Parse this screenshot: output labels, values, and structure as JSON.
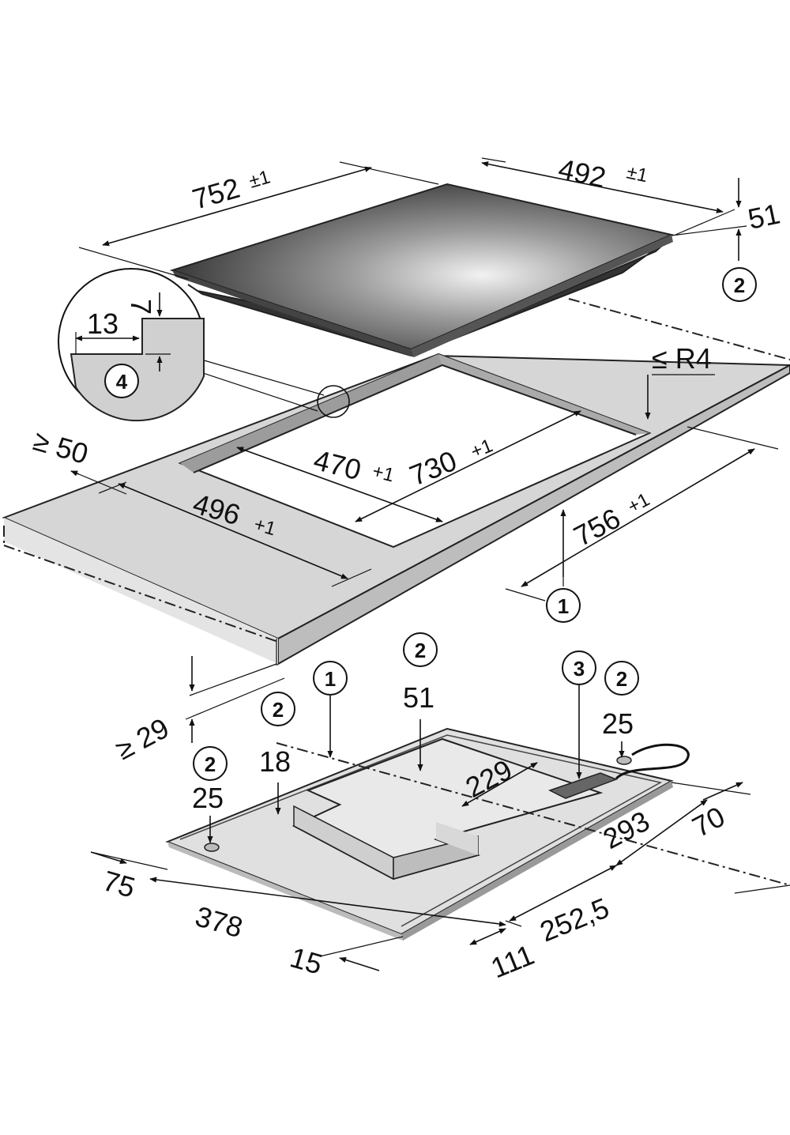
{
  "hob": {
    "width": "752",
    "width_tol": "±1",
    "depth": "492",
    "depth_tol": "±1",
    "height": "51"
  },
  "detail": {
    "step_width": "13",
    "step_height": "7",
    "callout": "4"
  },
  "cutout": {
    "corner_radius": "≤ R4",
    "min_front_distance": "≥ 50",
    "inner_depth": "470",
    "inner_depth_tol": "+1",
    "inner_width": "730",
    "inner_width_tol": "+1",
    "outer_depth": "496",
    "outer_depth_tol": "+1",
    "outer_width": "756",
    "outer_width_tol": "+1",
    "min_thickness": "≥ 29"
  },
  "underside": {
    "height_center": "51",
    "height_rear": "25",
    "height_left": "18",
    "height_front": "25",
    "conn_offset": "229",
    "d_293": "293",
    "d_70": "70",
    "d_75": "75",
    "d_378": "378",
    "d_15": "15",
    "d_111": "111",
    "d_252": "252,5"
  },
  "callouts": {
    "c1": "1",
    "c2": "2",
    "c3": "3",
    "c4": "4"
  }
}
